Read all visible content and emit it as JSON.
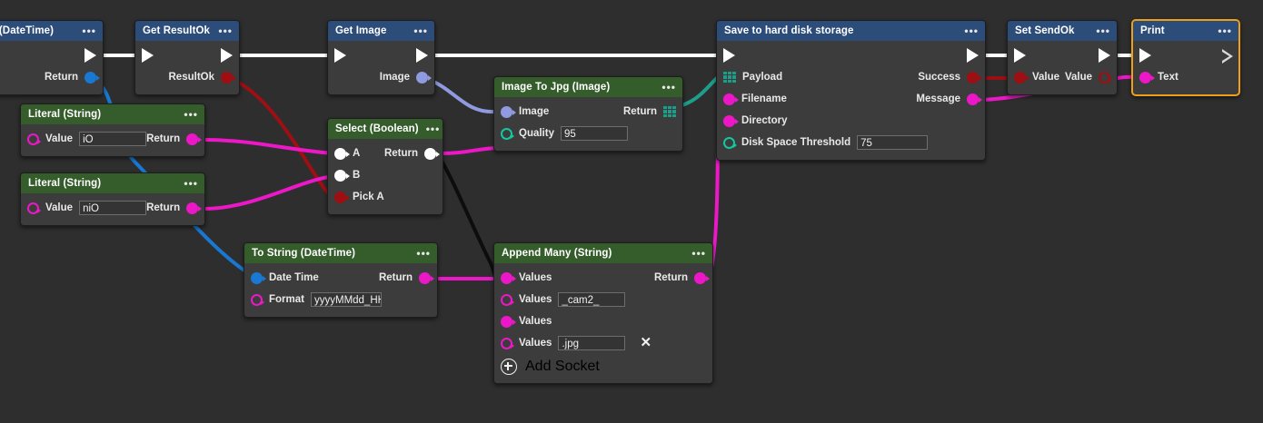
{
  "canvas": {
    "background": "#2e2e2e",
    "exec_wire_color": "#ffffff",
    "colors": {
      "header_blue": "#2c4c79",
      "header_green": "#355c2b",
      "magenta": "#ec18c8",
      "blue": "#1878d2",
      "dark_red": "#9e0f14",
      "teal": "#1d9e8a",
      "white": "#ffffff",
      "lavender": "#8f9ae0",
      "black_wire": "#0d0d0d",
      "selection": "#f0a017"
    }
  },
  "nodes": [
    {
      "id": "now",
      "title": "Now (DateTime)",
      "menu": "•••",
      "header": "blue",
      "exec_in": "hollow",
      "exec_out": "filled",
      "outputs": [
        {
          "label": "Return",
          "port": "blue-fill"
        }
      ]
    },
    {
      "id": "get-resultok",
      "title": "Get ResultOk",
      "menu": "•••",
      "header": "blue",
      "exec_in": "filled",
      "exec_out": "filled",
      "outputs": [
        {
          "label": "ResultOk",
          "port": "darkred-fill"
        }
      ]
    },
    {
      "id": "get-image",
      "title": "Get Image",
      "menu": "•••",
      "header": "blue",
      "exec_in": "filled",
      "exec_out": "filled",
      "outputs": [
        {
          "label": "Image",
          "port": "lavender-fill"
        }
      ]
    },
    {
      "id": "literal-io",
      "title": "Literal (String)",
      "menu": "•••",
      "header": "green",
      "inputs": [
        {
          "label": "Value",
          "port": "magenta-hollow",
          "value": "iO"
        }
      ],
      "outputs": [
        {
          "label": "Return",
          "port": "magenta-fill"
        }
      ]
    },
    {
      "id": "literal-nio",
      "title": "Literal (String)",
      "menu": "•••",
      "header": "green",
      "inputs": [
        {
          "label": "Value",
          "port": "magenta-hollow",
          "value": "niO"
        }
      ],
      "outputs": [
        {
          "label": "Return",
          "port": "magenta-fill"
        }
      ]
    },
    {
      "id": "select-boolean",
      "title": "Select (Boolean)",
      "menu": "•••",
      "header": "green",
      "inputs": [
        {
          "label": "A",
          "port": "white-fill"
        },
        {
          "label": "B",
          "port": "white-fill"
        },
        {
          "label": "Pick A",
          "port": "darkred-fill"
        }
      ],
      "outputs": [
        {
          "label": "Return",
          "port": "white-fill"
        }
      ]
    },
    {
      "id": "image-to-jpg",
      "title": "Image To Jpg (Image)",
      "menu": "•••",
      "header": "green",
      "inputs": [
        {
          "label": "Image",
          "port": "lavender-fill"
        },
        {
          "label": "Quality",
          "port": "teal-hollow",
          "value": "95"
        }
      ],
      "outputs": [
        {
          "label": "Return",
          "port": "teal-grid"
        }
      ]
    },
    {
      "id": "to-string-datetime",
      "title": "To String (DateTime)",
      "menu": "•••",
      "header": "green",
      "inputs": [
        {
          "label": "Date Time",
          "port": "blue-fill"
        },
        {
          "label": "Format",
          "port": "magenta-hollow",
          "value": "yyyyMMdd_HH"
        }
      ],
      "outputs": [
        {
          "label": "Return",
          "port": "magenta-fill"
        }
      ]
    },
    {
      "id": "append-many",
      "title": "Append Many (String)",
      "menu": "•••",
      "header": "green",
      "inputs": [
        {
          "label": "Values",
          "port": "magenta-fill"
        },
        {
          "label": "Values",
          "port": "magenta-hollow",
          "value": "_cam2_"
        },
        {
          "label": "Values",
          "port": "magenta-fill"
        },
        {
          "label": "Values",
          "port": "magenta-hollow",
          "value": ".jpg",
          "delete": "✕"
        }
      ],
      "outputs": [
        {
          "label": "Return",
          "port": "magenta-fill"
        }
      ],
      "add_socket_label": "Add Socket"
    },
    {
      "id": "save-to-hard-disk",
      "title": "Save to hard disk storage",
      "menu": "•••",
      "header": "blue",
      "exec_in": "filled",
      "exec_out": "filled",
      "inputs": [
        {
          "label": "Payload",
          "port": "teal-grid"
        },
        {
          "label": "Filename",
          "port": "magenta-fill"
        },
        {
          "label": "Directory",
          "port": "magenta-fill"
        },
        {
          "label": "Disk Space Threshold",
          "port": "teal-hollow",
          "value": "75"
        }
      ],
      "outputs": [
        {
          "label": "Success",
          "port": "darkred-fill"
        },
        {
          "label": "Message",
          "port": "magenta-fill"
        }
      ]
    },
    {
      "id": "set-sendok",
      "title": "Set SendOk",
      "menu": "•••",
      "header": "blue",
      "exec_in": "filled",
      "exec_out": "filled",
      "inputs": [
        {
          "label": "Value",
          "port": "darkred-fill"
        }
      ],
      "outputs": [
        {
          "label": "Value",
          "port": "darkred-hollow"
        }
      ]
    },
    {
      "id": "print",
      "title": "Print",
      "menu": "•••",
      "header": "blue",
      "selected": true,
      "exec_in": "filled",
      "exec_out": "hollow",
      "inputs": [
        {
          "label": "Text",
          "port": "magenta-fill"
        }
      ]
    }
  ]
}
